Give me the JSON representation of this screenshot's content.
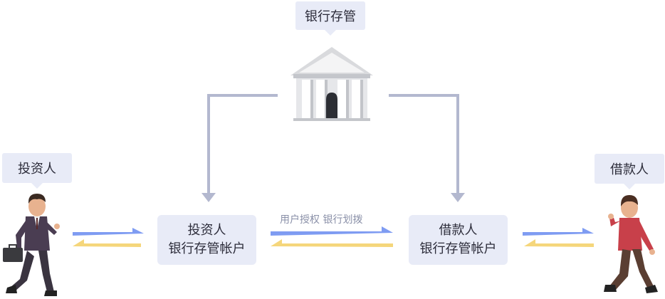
{
  "bank": {
    "label": "银行存管"
  },
  "investor": {
    "label": "投资人",
    "account_line1": "投资人",
    "account_line2": "银行存管帐户"
  },
  "borrower": {
    "label": "借款人",
    "account_line1": "借款人",
    "account_line2": "银行存管帐户"
  },
  "flow_label": "用户授权 银行划拨",
  "colors": {
    "connector": "#b3b8cf",
    "arrow_blue": "#7f9cf2",
    "arrow_yellow": "#f5d67b",
    "box": "#e8ebf7"
  }
}
